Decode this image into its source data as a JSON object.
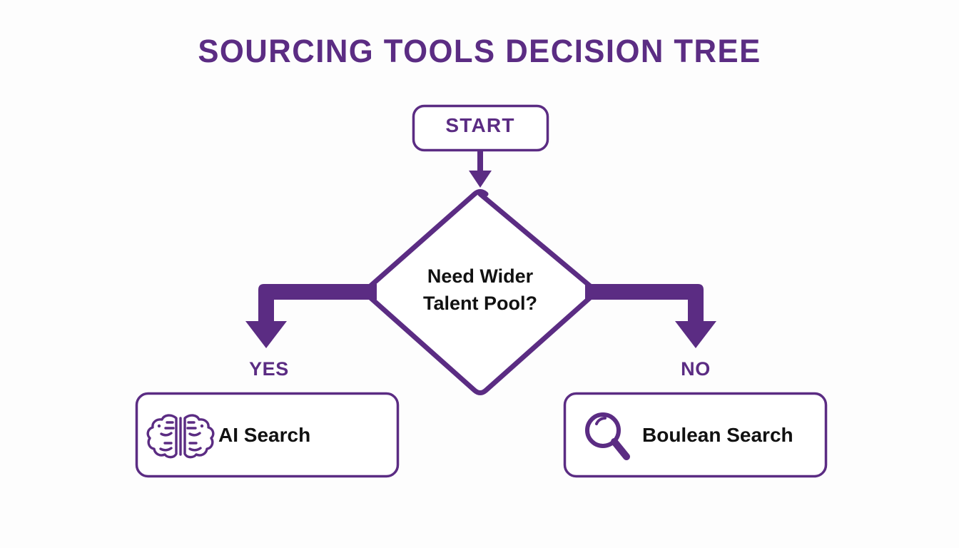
{
  "diagram": {
    "title": "SOURCING TOOLS DECISION TREE",
    "type": "decision-tree-flowchart",
    "colors": {
      "accent_purple": "#5b2c83",
      "node_border": "#5b2c83",
      "node_fill": "#ffffff",
      "text_dark": "#111111",
      "background": "#fdfdfd"
    },
    "nodes": {
      "start": {
        "label": "START",
        "shape": "rounded-rectangle"
      },
      "decision": {
        "shape": "diamond",
        "line1": "Need Wider",
        "line2": "Talent Pool?",
        "text": "Need Wider Talent Pool?"
      },
      "result_left": {
        "label": "AI Search",
        "icon": "brain-icon",
        "shape": "rounded-rectangle"
      },
      "result_right": {
        "label": "Boulean Search",
        "icon": "magnifier-icon",
        "shape": "rounded-rectangle"
      }
    },
    "branches": {
      "left": {
        "label": "YES",
        "target": "AI Search"
      },
      "right": {
        "label": "NO",
        "target": "Boulean Search"
      }
    }
  }
}
